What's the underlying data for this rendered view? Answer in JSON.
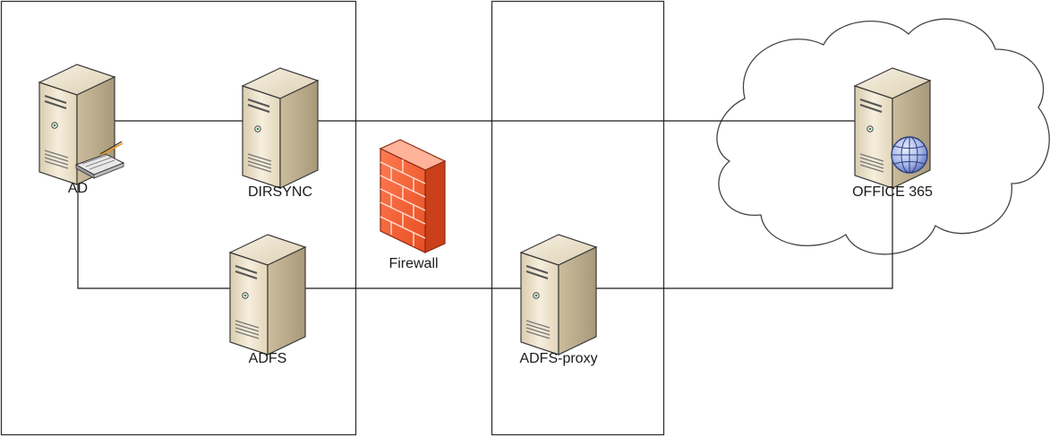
{
  "nodes": {
    "ad": {
      "label": "AD"
    },
    "dirsync": {
      "label": "DIRSYNC"
    },
    "adfs": {
      "label": "ADFS"
    },
    "firewall": {
      "label": "Firewall"
    },
    "adfs_proxy": {
      "label": "ADFS-proxy"
    },
    "office365": {
      "label": "OFFICE 365"
    }
  },
  "icons": {
    "server": "server-icon",
    "firewall": "firewall-icon",
    "cloud": "cloud-icon",
    "globe": "globe-icon",
    "directory": "directory-book-icon"
  },
  "colors": {
    "line": "#1a1a1a",
    "zone_border": "#333333",
    "firewall_brick": "#f0643a",
    "server_body": "#e8dcc4"
  }
}
